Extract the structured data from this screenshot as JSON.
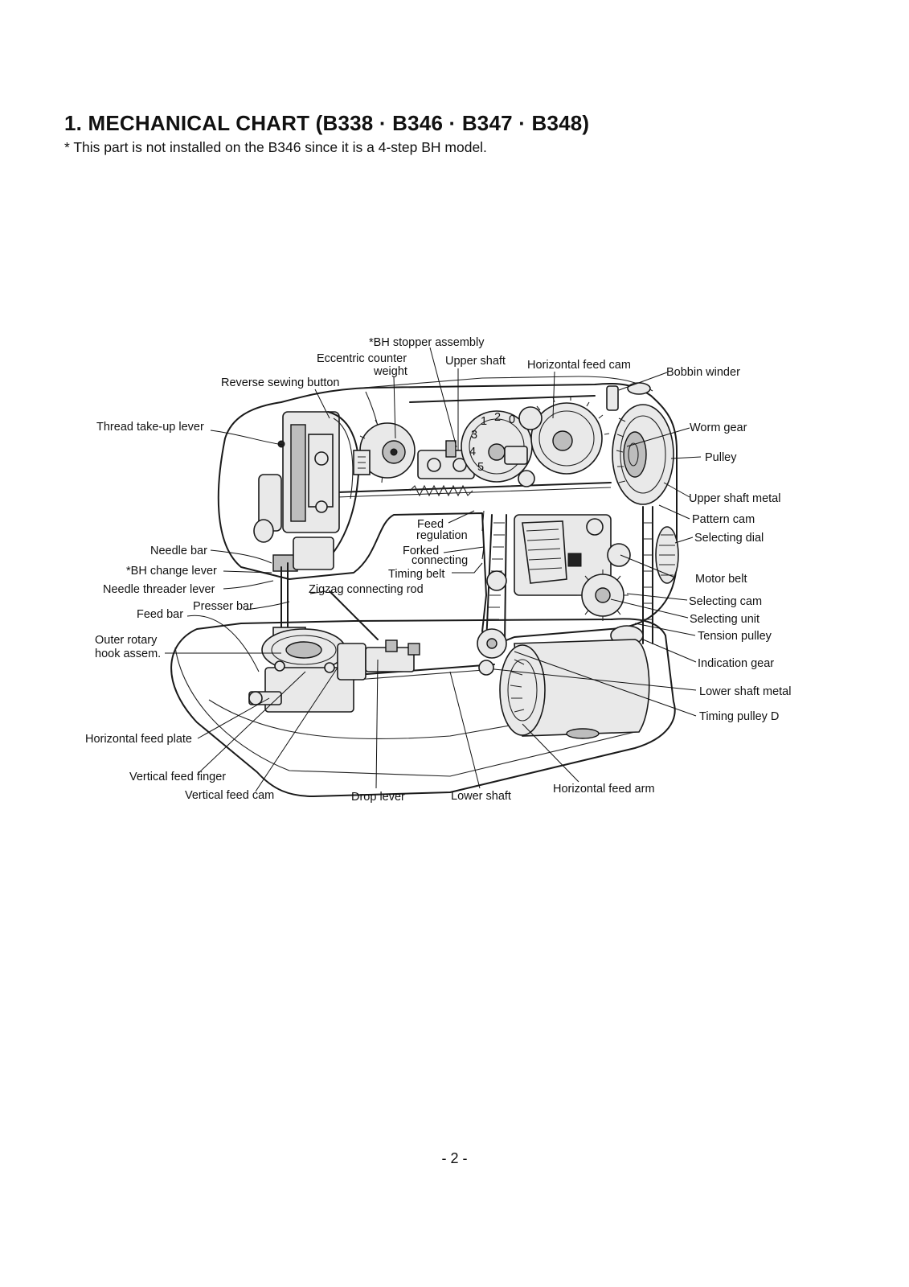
{
  "header": {
    "title": "1.  MECHANICAL CHART (B338 · B346 · B347 · B348)",
    "note": "* This part is not installed on the B346 since it is a 4-step BH model."
  },
  "labels": {
    "bh_stopper": "*BH stopper assembly",
    "eccentric_1": "Eccentric counter",
    "eccentric_2": "weight",
    "upper_shaft": "Upper shaft",
    "horizontal_feed_cam": "Horizontal feed cam",
    "bobbin_winder": "Bobbin winder",
    "reverse_button": "Reverse sewing button",
    "thread_takeup": "Thread take-up lever",
    "worm_gear": "Worm gear",
    "pulley": "Pulley",
    "upper_shaft_metal": "Upper shaft metal",
    "pattern_cam": "Pattern cam",
    "selecting_dial": "Selecting dial",
    "feed_reg_1": "Feed",
    "feed_reg_2": "regulation",
    "forked_1": "Forked",
    "forked_2": "connecting",
    "timing_belt": "Timing belt",
    "needle_bar": "Needle bar",
    "bh_change": "*BH change lever",
    "needle_threader": "Needle threader lever",
    "zigzag_rod": "Zigzag connecting rod",
    "presser_bar": "Presser bar",
    "feed_bar": "Feed bar",
    "motor_belt": "Motor belt",
    "selecting_cam": "Selecting cam",
    "selecting_unit": "Selecting unit",
    "tension_pulley": "Tension pulley",
    "outer_hook_1": "Outer rotary",
    "outer_hook_2": "hook assem.",
    "indication_gear": "Indication gear",
    "lower_shaft_metal": "Lower shaft metal",
    "timing_pulley_d": "Timing pulley D",
    "horizontal_feed_plate": "Horizontal feed plate",
    "vertical_feed_finger": "Vertical feed finger",
    "vertical_feed_cam": "Vertical feed cam",
    "drop_lever": "Drop lever",
    "lower_shaft": "Lower shaft",
    "horizontal_feed_arm": "Horizontal feed arm"
  },
  "footer": {
    "page_number": "- 2 -"
  }
}
